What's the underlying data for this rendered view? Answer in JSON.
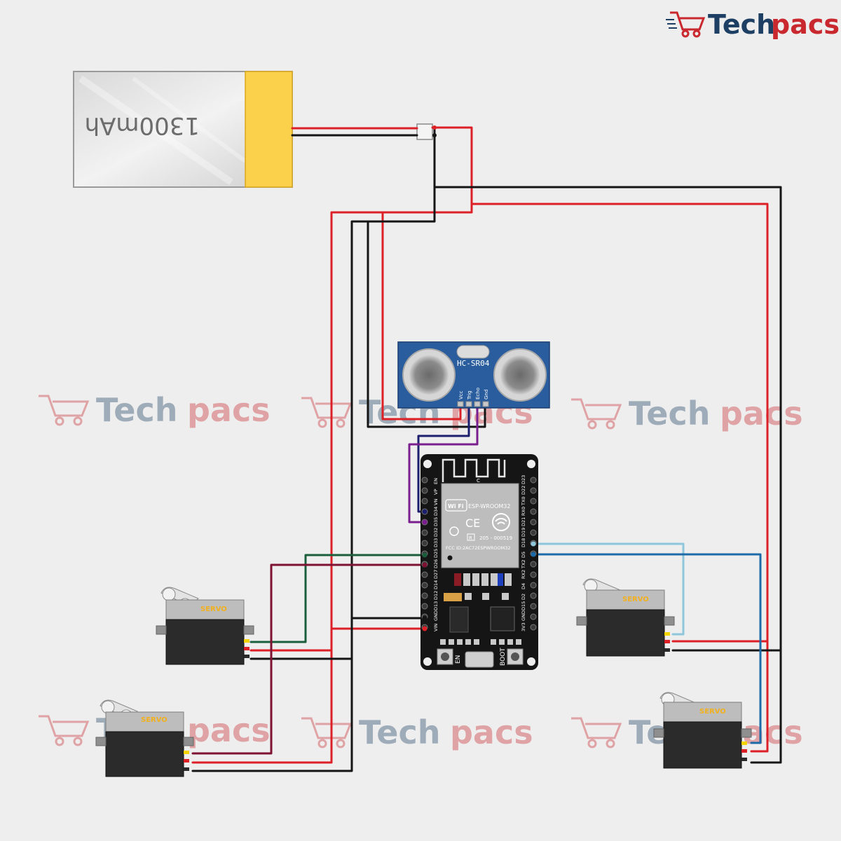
{
  "brand": {
    "name_part1": "Tech",
    "name_part2": "pacs",
    "color_dark": "#1d3f63",
    "color_accent": "#c8282e",
    "logo_icon": "shopping-cart-icon"
  },
  "watermark": {
    "part1": "Tech",
    "part2": "pacs"
  },
  "battery": {
    "capacity_label": "1300mAh"
  },
  "sensor": {
    "model_label": "HC-SR04",
    "pins": [
      "Vcc",
      "Trig",
      "Echo",
      "Gnd"
    ]
  },
  "board": {
    "module_label": "ESP-WROOM32",
    "wifi_label": "Wi Fi",
    "ce_label": "CE",
    "r_label": "R",
    "cert_code": "205 - 000519",
    "fcc_label": "FCC ID:2AC72ESPWROOM32",
    "antenna_mark": "C",
    "left_pins": [
      "EN",
      "VP",
      "VN",
      "D34",
      "D35",
      "D32",
      "D33",
      "D25",
      "D26",
      "D27",
      "D14",
      "D12",
      "D13",
      "GND",
      "VIN"
    ],
    "right_pins": [
      "D23",
      "D22",
      "TX0",
      "RX0",
      "D21",
      "D19",
      "D18",
      "D5",
      "TX2",
      "RX2",
      "D4",
      "D2",
      "D15",
      "GND",
      "3V3"
    ],
    "button_en": "EN",
    "button_boot": "BOOT"
  },
  "servos": [
    {
      "label": "SERVO"
    },
    {
      "label": "SERVO"
    },
    {
      "label": "SERVO"
    },
    {
      "label": "SERVO"
    }
  ],
  "wire_colors": {
    "power": "#dd1f26",
    "ground": "#151515",
    "trig": "#1c1f6e",
    "echo": "#7a1d8e",
    "servo_green": "#1b5e3c",
    "servo_maroon": "#7e1232",
    "servo_light_blue": "#8ec6dc",
    "servo_blue": "#1c6aa8"
  }
}
